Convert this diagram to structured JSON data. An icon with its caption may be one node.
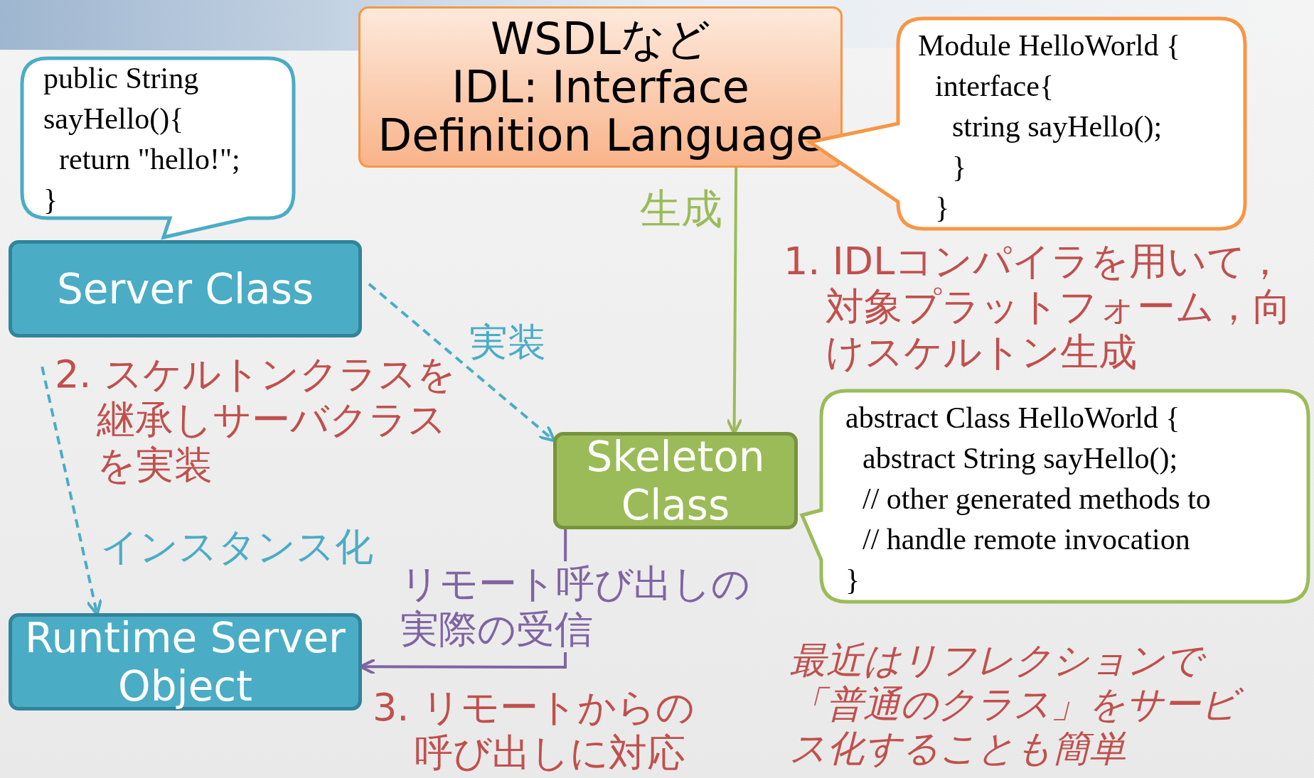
{
  "diagram": {
    "nodes": [
      {
        "text": [
          "WSDLなど",
          "IDL: Interface Definition Language"
        ]
      },
      {
        "text": [
          "Module HelloWorld {",
          "interface{",
          "string sayHello();",
          "}",
          "}"
        ]
      },
      {
        "text": [
          "public String",
          "sayHello(){",
          "return \"hello!\";",
          "}"
        ]
      },
      {
        "text": [
          "Server Class"
        ]
      },
      {
        "text": [
          "Skeleton Class"
        ]
      },
      {
        "text": [
          "abstract Class HelloWorld {",
          "abstract String sayHello();",
          "// other generated methods to",
          "// handle remote invocation",
          "}"
        ]
      },
      {
        "text": [
          "Runtime Server Object"
        ]
      }
    ],
    "edges": [
      {
        "from": 0,
        "to": 4,
        "arrow": "to",
        "label": "生成",
        "color": "#9bbb59"
      },
      {
        "from": 3,
        "to": 4,
        "arrow": "to",
        "label": "実装",
        "style": "dashed",
        "color": "#4bacc6"
      },
      {
        "from": 3,
        "to": 6,
        "arrow": "to",
        "label": "インスタンス化",
        "style": "dashed",
        "color": "#4bacc6"
      },
      {
        "from": 4,
        "to": 6,
        "arrow": "to",
        "label": "リモート呼び出しの実際の受信",
        "color": "#8064a2"
      }
    ],
    "labels": [
      "1. IDLコンパイラを用いて，対象プラットフォーム，向けスケルトン生成",
      "2. スケルトンクラスを継承しサーバクラスを実装",
      "3. リモートからの呼び出しに対応",
      "最近はリフレクションで「普通のクラス」をサービス化することも簡単"
    ]
  }
}
